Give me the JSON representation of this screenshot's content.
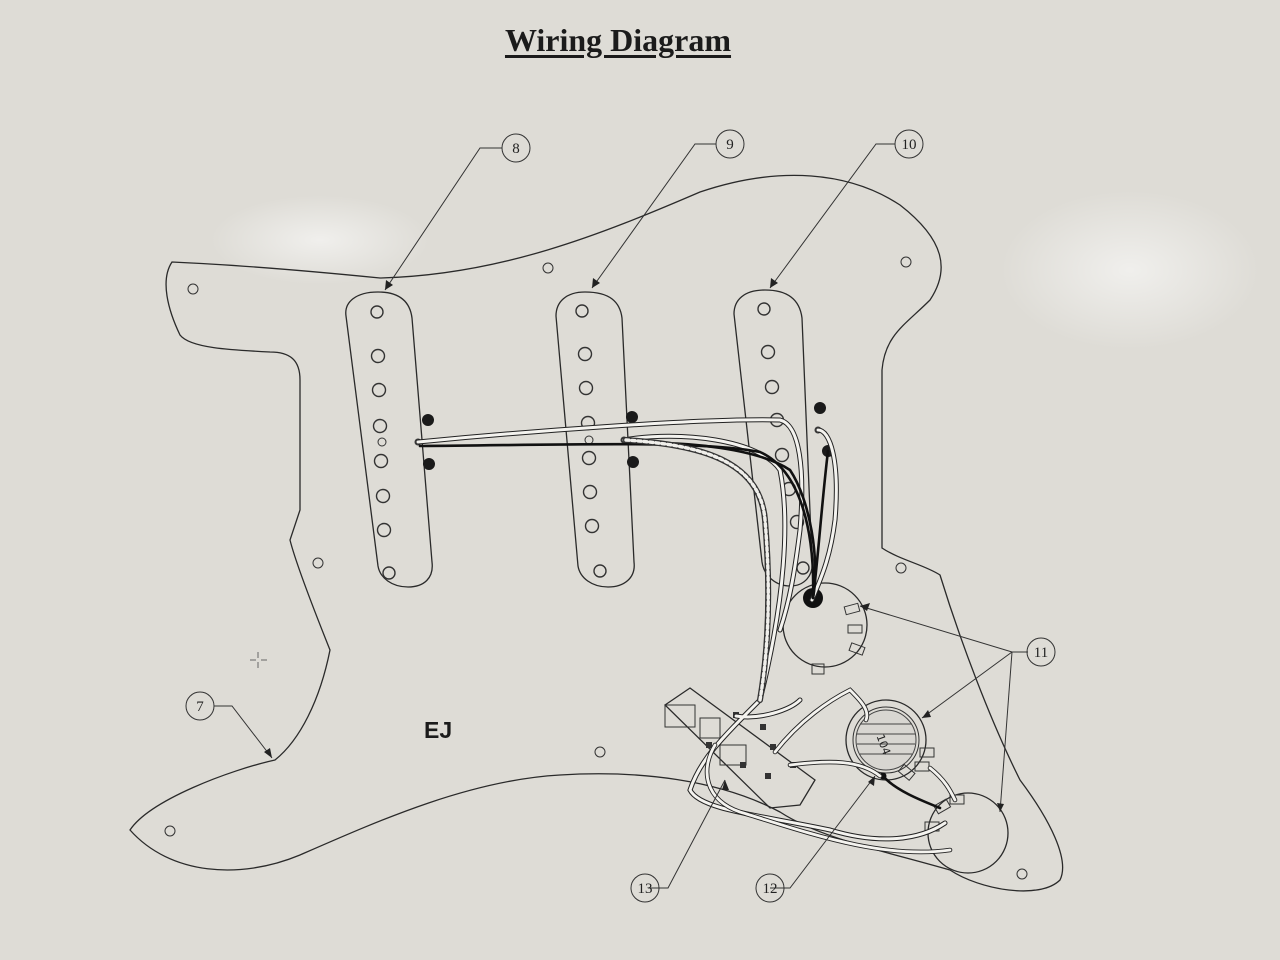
{
  "diagram": {
    "title": "Wiring Diagram",
    "pickguard_label": "EJ",
    "callouts": [
      {
        "id": "c7",
        "label": "7"
      },
      {
        "id": "c8",
        "label": "8"
      },
      {
        "id": "c9",
        "label": "9"
      },
      {
        "id": "c10",
        "label": "10"
      },
      {
        "id": "c11",
        "label": "11"
      },
      {
        "id": "c12",
        "label": "12"
      },
      {
        "id": "c13",
        "label": "13"
      }
    ],
    "colors": {
      "background": "#dedcd6",
      "line": "#2a2a2a",
      "wire_dark": "#111111",
      "wire_light": "#f4f3ef"
    }
  }
}
